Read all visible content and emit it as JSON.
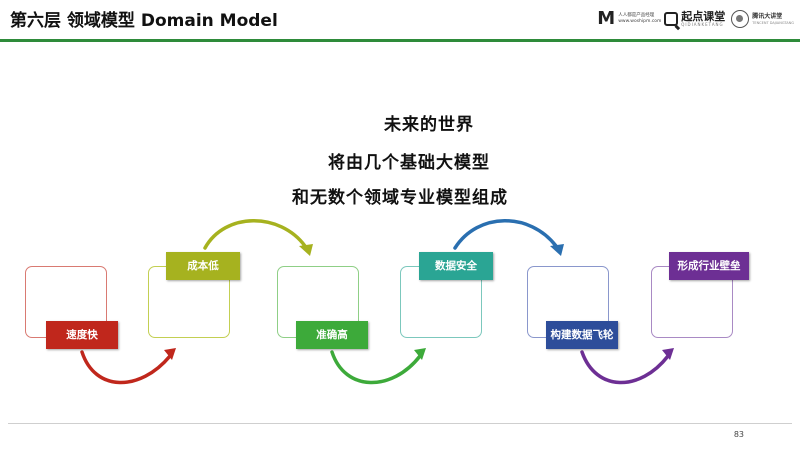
{
  "header": {
    "title": "第六层 领域模型 Domain Model",
    "logos": [
      {
        "icon": "m-logo-icon",
        "text": "人人都是产品经理 www.woshipm.com"
      },
      {
        "icon": "q-logo-icon",
        "text": "起点课堂",
        "subtext": "QIDIANKETANG"
      },
      {
        "icon": "seal-logo-icon",
        "text": "腾讯大讲堂",
        "subtext": "TENCENT DAJIANGTANG"
      }
    ]
  },
  "tagline": [
    "未来的世界",
    "将由几个基础大模型",
    "和无数个领域专业模型组成"
  ],
  "flow": [
    {
      "label": "速度快",
      "color": "#c0271c",
      "border": "#d97a72",
      "label_pos": "bottom"
    },
    {
      "label": "成本低",
      "color": "#a6b21f",
      "border": "#c3cf52",
      "label_pos": "top"
    },
    {
      "label": "准确高",
      "color": "#3daa3a",
      "border": "#8fcf86",
      "label_pos": "bottom"
    },
    {
      "label": "数据安全",
      "color": "#2aa594",
      "border": "#7cc8bd",
      "label_pos": "top"
    },
    {
      "label": "构建数据飞轮",
      "color": "#2d4d9a",
      "border": "#8a97cc",
      "label_pos": "bottom"
    },
    {
      "label": "形成行业壁垒",
      "color": "#6d2f94",
      "border": "#a98ac4",
      "label_pos": "top"
    }
  ],
  "arrow_colors": [
    "#c0271c",
    "#a6b21f",
    "#3daa3a",
    "#2a6fb0",
    "#6d2f94"
  ],
  "footer": {
    "page_number": "83"
  }
}
